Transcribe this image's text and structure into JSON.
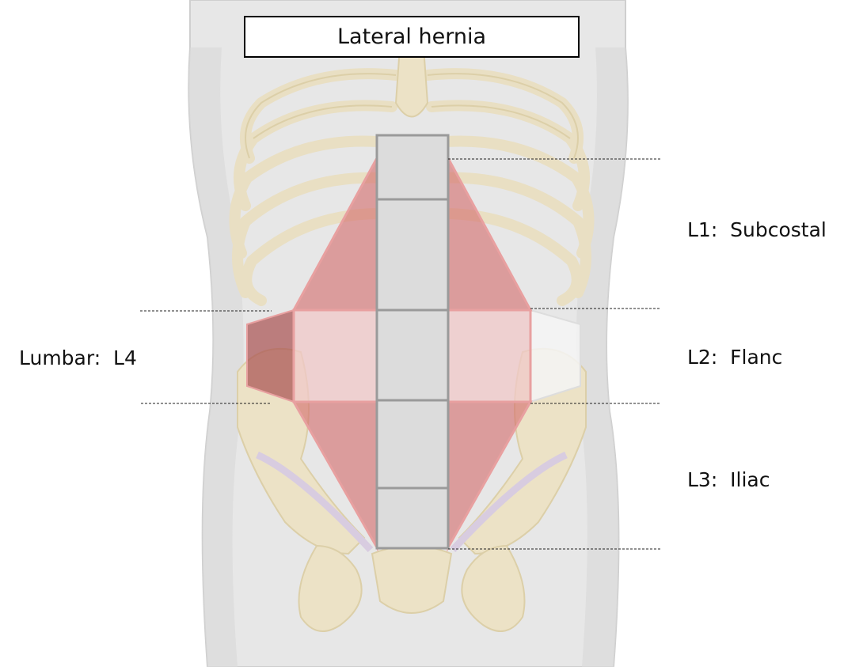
{
  "title": "Lateral hernia",
  "zones": {
    "l1": "L1:  Subcostal",
    "l2": "L2:  Flanc",
    "l3": "L3:  Iliac",
    "l4": "Lumbar:  L4"
  },
  "colors": {
    "zone_fill": "#d46a6a",
    "zone_stroke": "#e8a0a0",
    "midline_fill": "#dcdcdc",
    "midline_stroke": "#9a9a9a",
    "bone": "#ece2c6",
    "bone_outline": "#d8caa0",
    "body": "#e6e6e6",
    "lumbar_fill": "#a85050"
  }
}
